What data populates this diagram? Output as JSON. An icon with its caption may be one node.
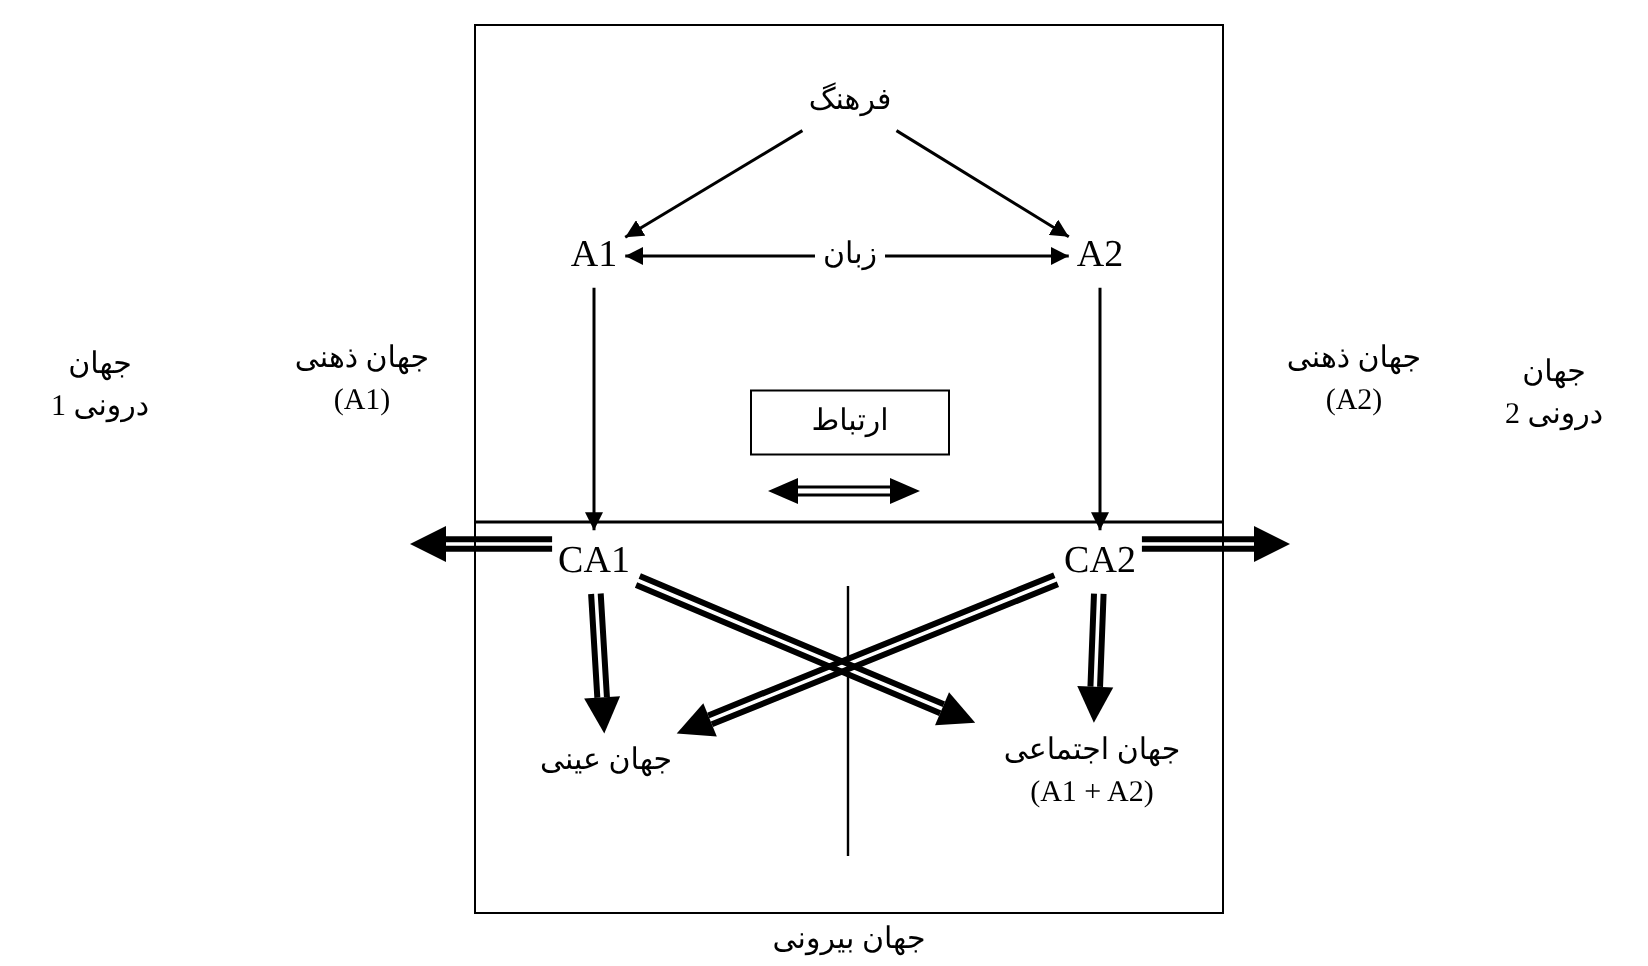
{
  "diagram": {
    "nodes": [
      {
        "text": [
          "جهان بیرونی"
        ]
      },
      {
        "text": [
          "فرهنگ"
        ],
        "in": 0
      },
      {
        "text": [
          "A1"
        ],
        "in": 0
      },
      {
        "text": [
          "زبان"
        ],
        "in": 0
      },
      {
        "text": [
          "A2"
        ],
        "in": 0
      },
      {
        "text": [
          "ارتباط"
        ],
        "in": 0
      },
      {
        "text": [
          "CA1"
        ],
        "in": 0
      },
      {
        "text": [
          "CA2"
        ],
        "in": 0
      },
      {
        "text": [
          "جهان عینی"
        ],
        "in": 0
      },
      {
        "text": [
          "جهان اجتماعی (A1 + A2)"
        ],
        "in": 0
      }
    ],
    "edges": [
      {
        "from": 1,
        "to": 2,
        "arrow": "to"
      },
      {
        "from": 1,
        "to": 4,
        "arrow": "to"
      },
      {
        "from": 3,
        "to": 2,
        "arrow": "to"
      },
      {
        "from": 3,
        "to": 4,
        "arrow": "to"
      },
      {
        "from": 2,
        "to": 6,
        "arrow": "to"
      },
      {
        "from": 4,
        "to": 7,
        "arrow": "to"
      },
      {
        "from": 6,
        "to": null,
        "arrow": "to",
        "style": "thick"
      },
      {
        "from": 7,
        "to": null,
        "arrow": "to",
        "style": "thick"
      },
      {
        "from": 6,
        "to": 8,
        "arrow": "to",
        "style": "thick"
      },
      {
        "from": 7,
        "to": 9,
        "arrow": "to",
        "style": "thick"
      },
      {
        "from": 6,
        "to": 9,
        "arrow": "to",
        "style": "thick"
      },
      {
        "from": 7,
        "to": 8,
        "arrow": "to",
        "style": "thick"
      }
    ],
    "labels": [
      "جهان درونی 1",
      "جهان ذهنی (A1)",
      "جهان ذهنی (A2)",
      "جهان درونی 2"
    ]
  }
}
